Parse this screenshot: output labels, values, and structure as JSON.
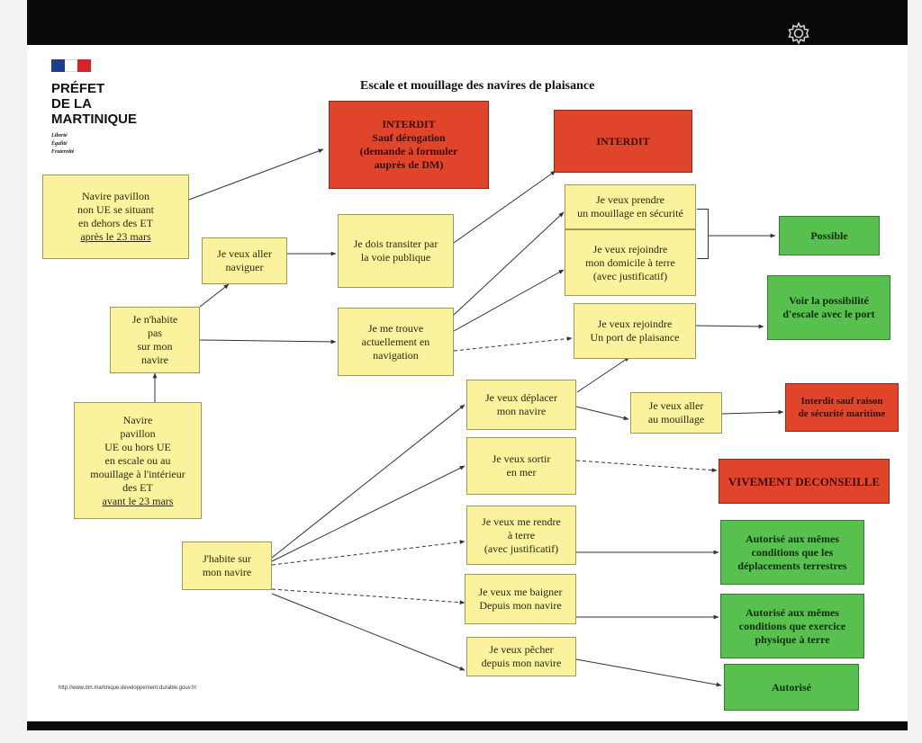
{
  "logo": {
    "name": "PRÉFET DE LA MARTINIQUE",
    "lines": [
      "PRÉFET",
      "DE LA",
      "MARTINIQUE"
    ],
    "motto": [
      "Liberté",
      "Égalité",
      "Fraternité"
    ],
    "flag_colors": [
      "#1f3d8c",
      "#ffffff",
      "#d4232a"
    ]
  },
  "title": "Escale et mouillage des navires de plaisance",
  "boxes": {
    "interdit_derogation": [
      "INTERDIT",
      "Sauf dérogation",
      "(demande à formuler",
      "auprès de DM)"
    ],
    "interdit": [
      "INTERDIT"
    ],
    "navire_non_ue": [
      "Navire pavillon",
      "non UE se situant",
      "en dehors des ET",
      "après le 23 mars"
    ],
    "veux_naviguer": [
      "Je veux aller",
      "naviguer"
    ],
    "transiter": [
      "Je dois transiter par",
      "la voie publique"
    ],
    "mouillage_securite": [
      "Je veux prendre",
      "un mouillage en sécurité"
    ],
    "rejoindre_domicile": [
      "Je veux rejoindre",
      "mon domicile à terre",
      "(avec justificatif)"
    ],
    "possible": [
      "Possible"
    ],
    "habite_pas": [
      "Je n'habite",
      "pas",
      "sur mon",
      "navire"
    ],
    "trouve_navigation": [
      "Je me trouve",
      "actuellement en",
      "navigation"
    ],
    "rejoindre_port": [
      "Je veux  rejoindre",
      "Un port de plaisance"
    ],
    "voir_escale": [
      "Voir la possibilité",
      "d'escale avec le port"
    ],
    "navire_ue": [
      "Navire",
      "pavillon",
      "UE ou hors UE",
      "en escale ou au",
      "mouillage à l'intérieur",
      "des ET",
      "avant le 23 mars"
    ],
    "deplacer_navire": [
      "Je veux déplacer",
      "mon navire"
    ],
    "aller_mouillage": [
      "Je veux aller",
      "au mouillage"
    ],
    "interdit_securite": [
      "Interdit sauf raison",
      "de sécurité maritime"
    ],
    "sortir_mer": [
      "Je veux sortir",
      "en mer"
    ],
    "vivement": [
      "VIVEMENT DECONSEILLE"
    ],
    "rendre_terre": [
      "Je veux me rendre",
      "à terre",
      "(avec justificatif)"
    ],
    "autorise_deplacements": [
      "Autorisé aux mêmes",
      "conditions que les",
      "déplacements terrestres"
    ],
    "habite_sur": [
      "J'habite sur",
      "mon navire"
    ],
    "baigner": [
      "Je veux me baigner",
      "Depuis mon navire"
    ],
    "autorise_exercice": [
      "Autorisé aux mêmes",
      "conditions que exercice",
      "physique à terre"
    ],
    "pecher": [
      "Je veux pêcher",
      "depuis mon navire"
    ],
    "autorise": [
      "Autorisé"
    ]
  },
  "url": "http://www.dm.martinique.developpement-durable.gouv.fr/",
  "colors": {
    "yellow": "#faf29c",
    "red": "#e0452c",
    "green": "#57c04f",
    "topbar": "#0a0a0a"
  },
  "icons": {
    "settings": "gear-icon"
  }
}
